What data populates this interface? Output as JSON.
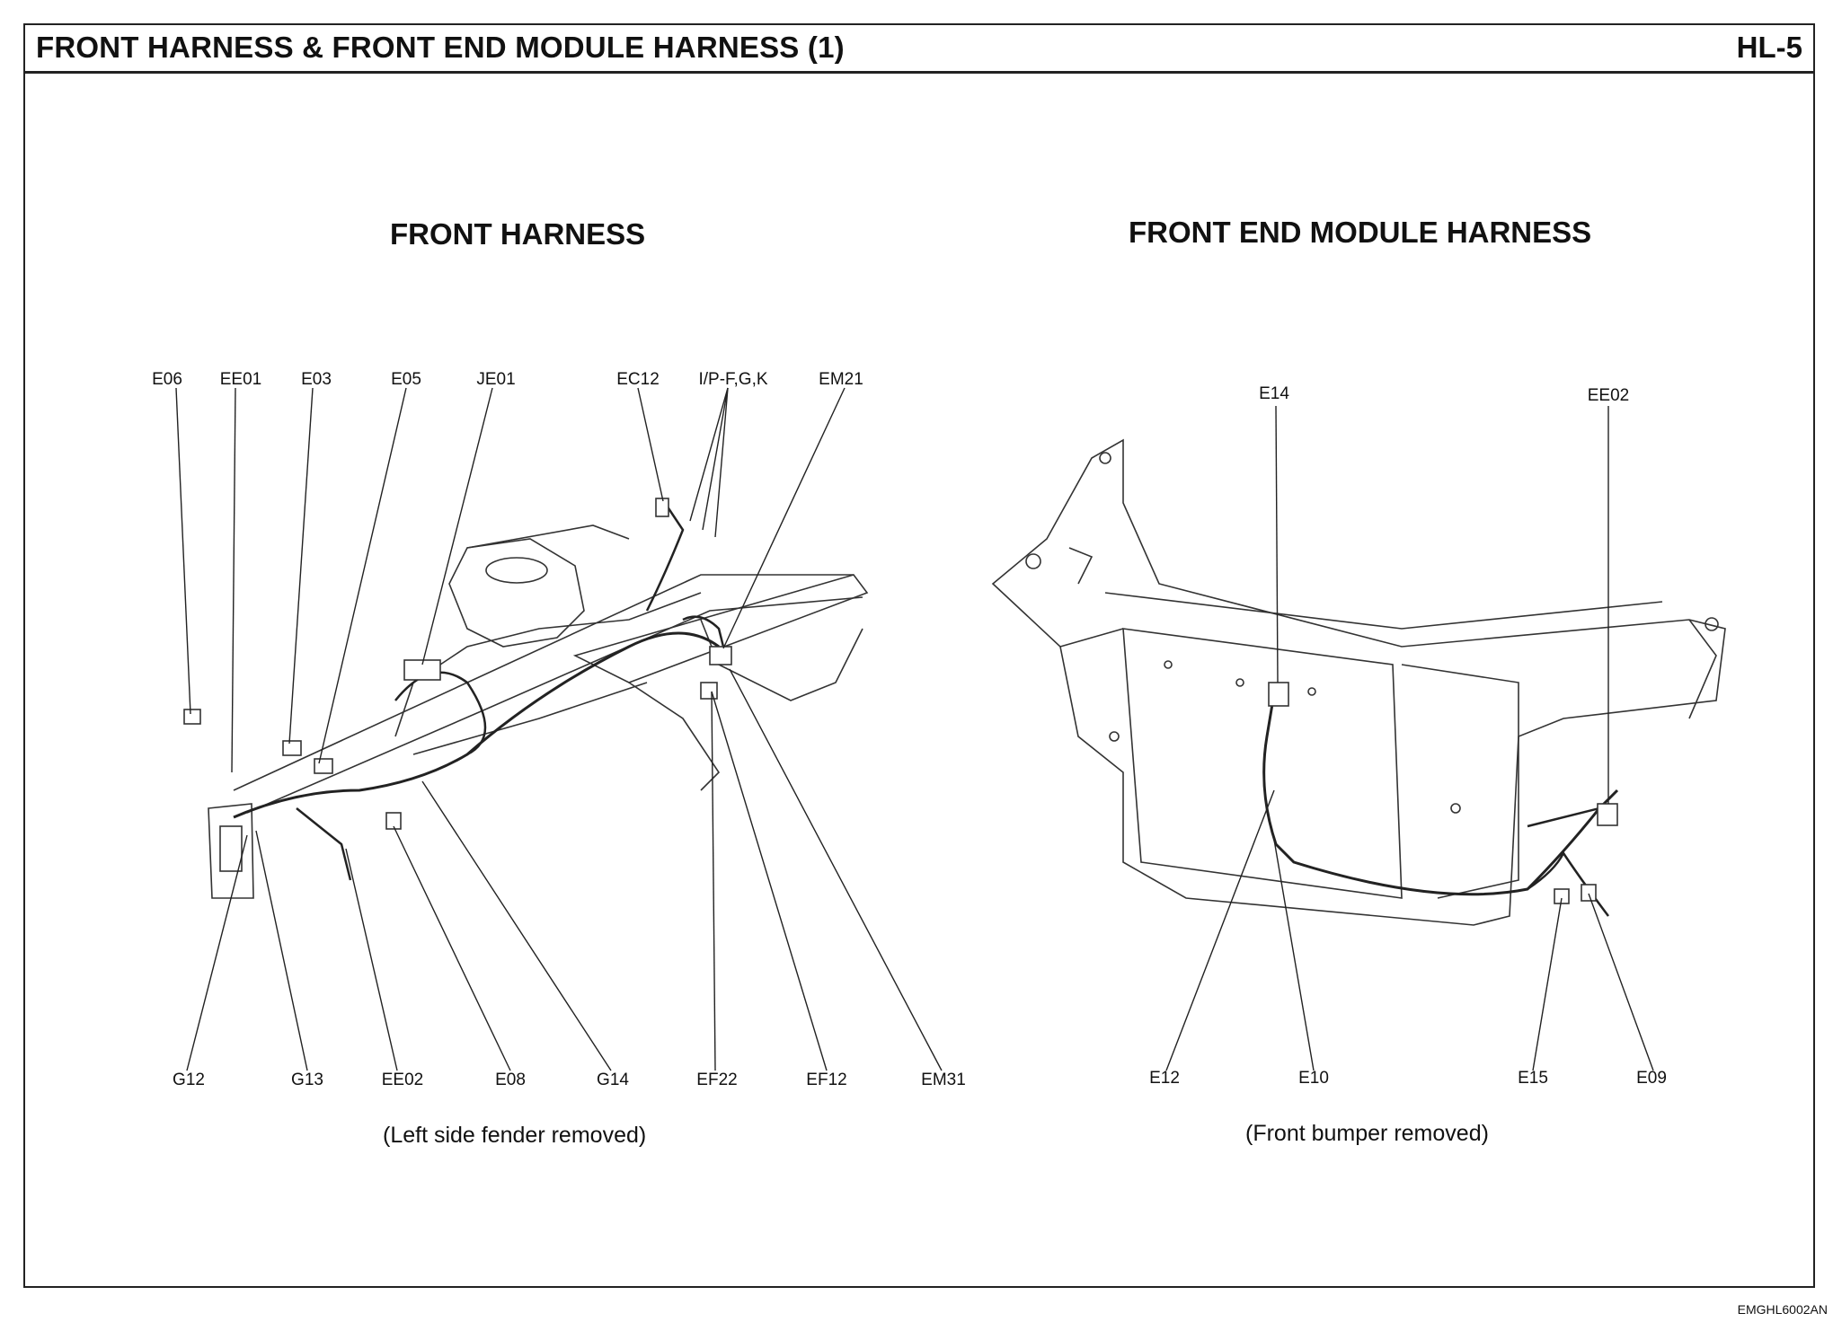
{
  "header": {
    "title": "FRONT HARNESS & FRONT END MODULE HARNESS (1)",
    "page_code": "HL-5"
  },
  "front_harness": {
    "title": "FRONT HARNESS",
    "caption": "(Left side fender removed)",
    "top_labels": [
      "E06",
      "EE01",
      "E03",
      "E05",
      "JE01",
      "EC12",
      "I/P-F,G,K",
      "EM21"
    ],
    "bottom_labels": [
      "G12",
      "G13",
      "EE02",
      "E08",
      "G14",
      "EF22",
      "EF12",
      "EM31"
    ]
  },
  "front_end_module_harness": {
    "title": "FRONT END MODULE HARNESS",
    "caption": "(Front bumper removed)",
    "top_labels": [
      "E14",
      "EE02"
    ],
    "bottom_labels": [
      "E12",
      "E10",
      "E15",
      "E09"
    ]
  },
  "image_id": "EMGHL6002AN"
}
